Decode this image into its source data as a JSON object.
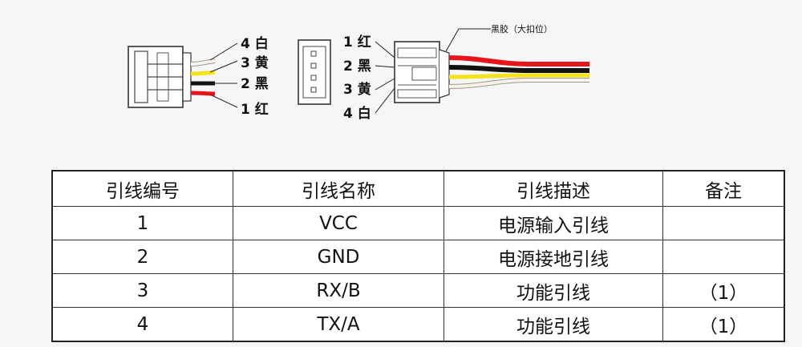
{
  "connectors": {
    "left": {
      "pins": [
        {
          "num": "4",
          "color_name": "白"
        },
        {
          "num": "3",
          "color_name": "黄"
        },
        {
          "num": "2",
          "color_name": "黑"
        },
        {
          "num": "1",
          "color_name": "红"
        }
      ]
    },
    "right": {
      "pins": [
        {
          "num": "1",
          "color_name": "红"
        },
        {
          "num": "2",
          "color_name": "黑"
        },
        {
          "num": "3",
          "color_name": "黄"
        },
        {
          "num": "4",
          "color_name": "白"
        }
      ],
      "annotation": "黑胶（大扣位）"
    },
    "wire_colors": {
      "red": "#e8141b",
      "black": "#111111",
      "yellow": "#f4e21a",
      "white": "#f7f3e6"
    }
  },
  "table": {
    "headers": [
      "引线编号",
      "引线名称",
      "引线描述",
      "备注"
    ],
    "rows": [
      [
        "1",
        "VCC",
        "电源输入引线",
        ""
      ],
      [
        "2",
        "GND",
        "电源接地引线",
        ""
      ],
      [
        "3",
        "RX/B",
        "功能引线",
        "（1）"
      ],
      [
        "4",
        "TX/A",
        "功能引线",
        "（1）"
      ]
    ]
  }
}
